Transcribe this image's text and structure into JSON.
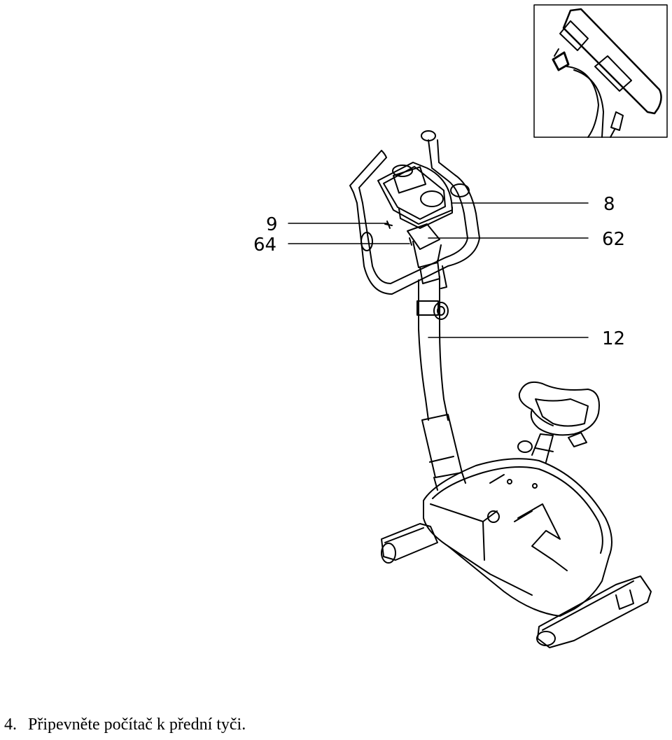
{
  "callouts": {
    "c8": "8",
    "c9": "9",
    "c62": "62",
    "c64": "64",
    "c12": "12"
  },
  "instruction": {
    "number": "4.",
    "text": "Připevněte počítač k přední tyči."
  }
}
